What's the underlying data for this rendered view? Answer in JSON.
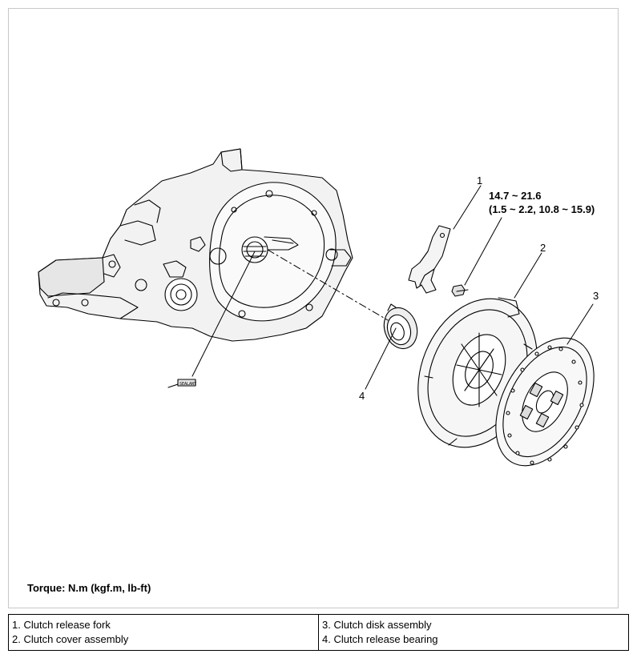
{
  "callouts": [
    {
      "number": "1"
    },
    {
      "number": "2"
    },
    {
      "number": "3"
    },
    {
      "number": "4"
    }
  ],
  "torque": {
    "value_nm": "14.7 ~ 21.6",
    "value_alt": "(1.5 ~ 2.2, 10.8 ~ 15.9)",
    "note": "Torque: N.m (kgf.m, lb-ft)"
  },
  "legend": {
    "items": [
      "1. Clutch release fork",
      "2. Clutch cover assembly",
      "3. Clutch disk assembly",
      "4. Clutch release bearing"
    ]
  },
  "decal_label": "SEALANT"
}
